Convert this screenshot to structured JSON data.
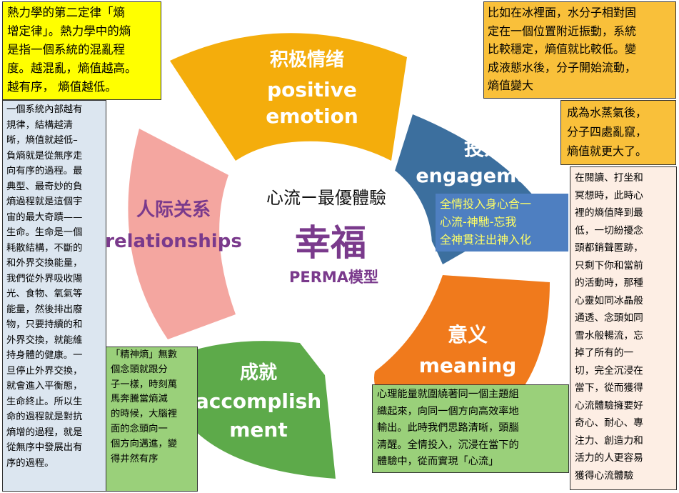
{
  "center": {
    "title": "心流ー最優體驗",
    "main": "幸福",
    "sub": "PERMA模型"
  },
  "segments": [
    {
      "key": "positive",
      "zh": "积极情绪",
      "en1": "positive",
      "en2": "emotion",
      "color": "#f4ad0c"
    },
    {
      "key": "engagement",
      "zh": "投入",
      "en1": "engagement",
      "en2": "",
      "color": "#3c6f9e"
    },
    {
      "key": "meaning",
      "zh": "意义",
      "en1": "meaning",
      "en2": "",
      "color": "#f07a1c"
    },
    {
      "key": "accomplishment",
      "zh": "成就",
      "en1": "accomplish",
      "en2": "ment",
      "color": "#5daa4a"
    },
    {
      "key": "relationships",
      "zh": "人际关系",
      "en1": "relationships",
      "en2": "",
      "color": "#f4a6a0"
    }
  ],
  "notes": {
    "top_left": "熱力學的第二定律「熵\n增定律」。熱力學中的熵\n是指一個系統的混亂程\n度。越混亂，熵值越高。\n越有序， 熵值越低。",
    "left_long": "一個系統內部越有\n規律，結構越清\n晰，熵值就越低–\n負熵就是從無序走\n向有序的過程。最\n典型、最奇妙的負\n熵過程就是這個宇\n宙的最大奇蹟——\n生命。生命是一個\n耗散結構，不斷的\n和外界交換能量，\n我們從外界吸收陽\n光、食物、氧氣等\n能量，然後排出廢\n物，只要持續的和\n外界交換，就能維\n持身體的健康。一\n旦停止外界交換，\n就會進入平衡態，\n生命終止。所以生\n命的過程就是對抗\n熵增的過程，就是\n從無序中發展出有\n序的過程。",
    "top_right": "比如在冰裡面，水分子相對固\n定在一個位置附近振動，系統\n比較穩定，熵值就比較低。變\n成液態水後，分子開始流動，\n熵值變大",
    "right_mid": "成為水蒸氣後，\n分子四處亂竄，\n熵值就更大了。",
    "flow_blue": "全情投入身心合一\n心流-神馳-忘我\n全神貫注出神入化",
    "right_long": "在閱讀、打坐和\n冥想時，此時心\n裡的熵值降到最\n低，一切紛擾念\n頭都銷聲匿跡，\n只剩下你和當前\n的活動時，那種\n心靈如同冰晶般\n通透、念頭如同\n雪水般暢流，忘\n掉了所有的一\n切，完全沉浸在\n當下，從而獲得\n心流體驗擁要好\n奇心、耐心、專\n注力、創造力和\n活力的人更容易\n獲得心流體驗",
    "bottom_left": "「精神熵」無數\n個念頭就跟分\n子一樣，時刻萬\n馬奔騰當熵減\n的時候，大腦裡\n面的念頭向一\n個方向邁進，變\n得井然有序",
    "bottom_mid": "心理能量就圍繞著同一個主題組\n織起來，向同一個方向高效率地\n輸出。此時我們思路清晰，頭腦\n清醒。全情投入，沉浸在當下的\n體驗中，從而實現「心流」"
  },
  "colors": {
    "yellow_note": "#ffff00",
    "orange_note": "#f9c03a",
    "blue_note": "#dce6f0",
    "flow_blue": "#4e7fc1",
    "pink_note": "#fdeee4",
    "green_note": "#9ad07a",
    "flow_text": "#ffff66"
  }
}
